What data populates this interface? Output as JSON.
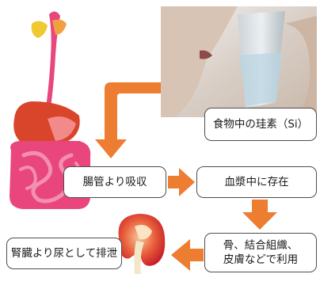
{
  "labels": {
    "silicon_food": "食物中の珪素（Si）",
    "absorption": "腸管より吸収",
    "blood": "血漿中に存在",
    "tissue_line1": "骨、結合組織、",
    "tissue_line2": "皮膚などで利用",
    "excretion": "腎臓より尿として排泄"
  },
  "colors": {
    "arrow": "#ed7d31",
    "box_border": "#4d4d4d",
    "organ": "#e8467c"
  },
  "illustrations": [
    "digestive-system-illustration",
    "drinking-water-photo",
    "kidney-illustration"
  ]
}
